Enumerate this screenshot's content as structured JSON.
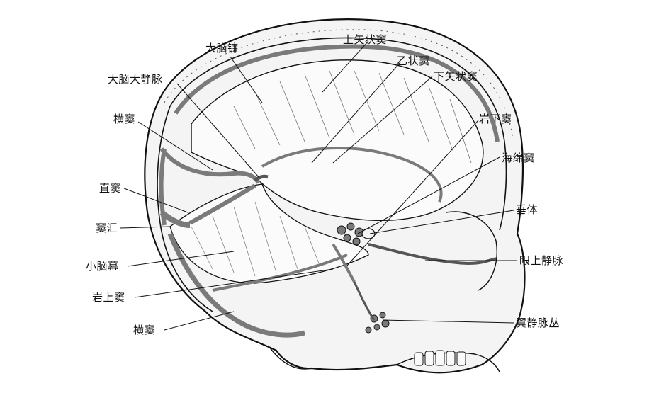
{
  "labels": {
    "shang_shizhuang_dou": "上矢状窦",
    "danao_lian": "大脑镰",
    "yi_zhuang_dou": "乙状窦",
    "danao_da_jingmai": "大脑大静脉",
    "xia_shizhuang_dou": "下矢状窦",
    "heng_dou_top": "横窦",
    "yan_xia_dou": "岩下窦",
    "haimian_dou": "海绵窦",
    "zhi_dou": "直窦",
    "chui_ti": "垂体",
    "dou_hui": "窦汇",
    "xiao_nao_mu": "小脑幕",
    "yan_shang_jingmai": "眼上静脉",
    "yan_shang_dou": "岩上窦",
    "heng_dou_bottom": "横窦",
    "yi_jingmai_cong": "翼静脉丛"
  },
  "colors": {
    "ink": "#111111",
    "sinus_fill": "#7a7a7a",
    "bone_fill": "#f2f2f2",
    "membrane_fill": "#fbfbfb"
  }
}
